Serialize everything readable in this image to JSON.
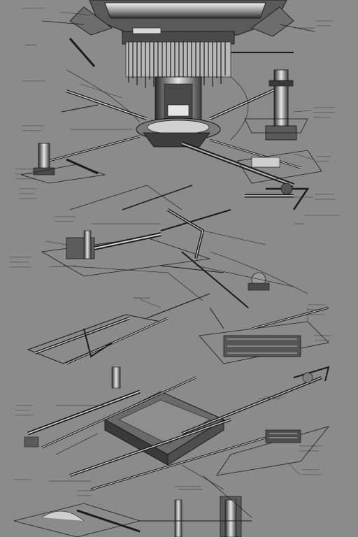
{
  "sheet": {
    "background_color": "#8b8b8b",
    "ink_color": "#1e1e1e",
    "highlight_color": "#e8e8e8",
    "shadow_color": "#3c3c3c"
  },
  "annotations": [
    {
      "id": "a01",
      "text": "~~~~~~~~~~"
    },
    {
      "id": "a02",
      "text": "~~~~~~~~\n~~~~~~~"
    },
    {
      "id": "a03",
      "text": "~~~~"
    },
    {
      "id": "a04",
      "text": "~~~~~~~~~~~"
    },
    {
      "id": "a05",
      "text": "~~~~~~~~~~\n~~~~~~~~~"
    },
    {
      "id": "a06",
      "text": "~~~~~~~~~~\n~~~~~~~~~~\n~~~~~~~~"
    },
    {
      "id": "a07",
      "text": "~~~~~~~\n~~~~~~"
    },
    {
      "id": "a08",
      "text": "~~~~~~~~\n~~~~~~~\n~~~~~~~~"
    },
    {
      "id": "a09",
      "text": "~~~~~~~~~\n~~~~~~~~~~"
    },
    {
      "id": "a10",
      "text": "~~~~~~~~~~\n~~~~~~~~~"
    },
    {
      "id": "a11",
      "text": "~~~~~~~~~~~~~~~~"
    },
    {
      "id": "a12",
      "text": "~~~~~~~~~~\n~~~~~~~~~\n~~~~~~~~~~"
    },
    {
      "id": "a13",
      "text": "~~~~~~"
    },
    {
      "id": "a14",
      "text": "~~~~~~~~\n~~~~~~~~~\n~~~~~~~~"
    },
    {
      "id": "a15",
      "text": "~~~~~~~~\n~~~~~~~"
    },
    {
      "id": "a16",
      "text": "~~~~~~~~~"
    },
    {
      "id": "a17",
      "text": "~~~~~~~~\n~~~~~~~\n~~~~~~~~"
    },
    {
      "id": "a18",
      "text": "~~~~~~~~~~~\n~~~~~~~~~"
    },
    {
      "id": "a19",
      "text": "~~~~~~~~\n~~~~~~~~~"
    },
    {
      "id": "a20",
      "text": "~~~~~~~~"
    },
    {
      "id": "a21",
      "text": "~~~~~~~~~~~~"
    },
    {
      "id": "a22",
      "text": "~~~~~~~~~\n~~~~~~~~\n~~~~~~~~~"
    },
    {
      "id": "a23",
      "text": "~~~~~~~~\n~~~~~~~"
    }
  ]
}
